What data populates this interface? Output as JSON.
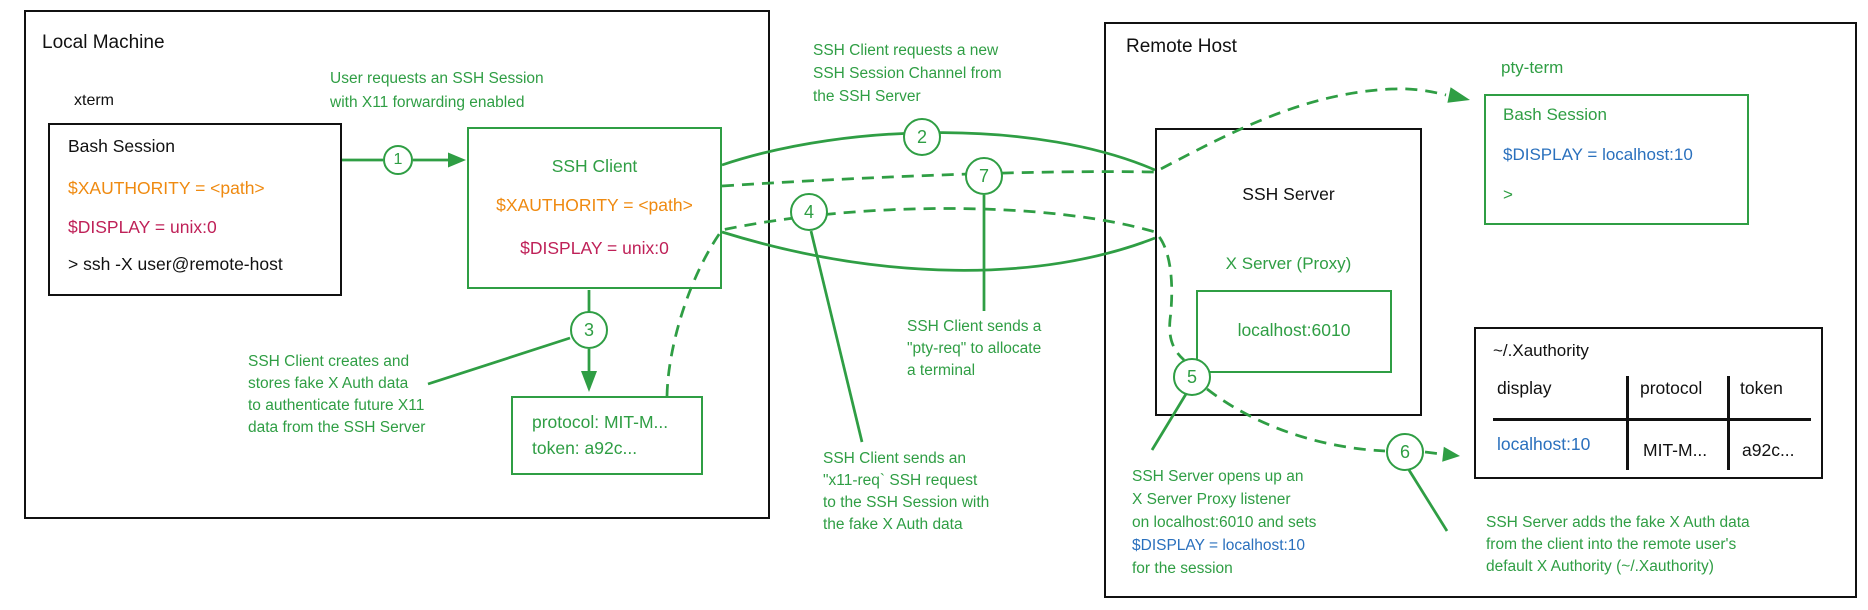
{
  "colors": {
    "green": "#2f9e44",
    "orange": "#ef8a10",
    "crimson": "#bf2158",
    "blue": "#2a70bd",
    "black": "#111111"
  },
  "local_machine": {
    "title": "Local Machine",
    "xterm_label": "xterm",
    "bash_box": {
      "title": "Bash Session",
      "xauthority": "$XAUTHORITY = <path>",
      "display": "$DISPLAY = unix:0",
      "command": "> ssh -X user@remote-host"
    },
    "ssh_client_box": {
      "title": "SSH Client",
      "xauthority": "$XAUTHORITY = <path>",
      "display": "$DISPLAY = unix:0"
    },
    "auth_box": {
      "protocol": "protocol: MIT-M...",
      "token": "token: a92c..."
    }
  },
  "remote_host": {
    "title": "Remote Host",
    "ssh_server_box": {
      "title": "SSH Server",
      "xserver_label": "X Server (Proxy)",
      "listener": "localhost:6010"
    },
    "pty_term": {
      "label": "pty-term",
      "title": "Bash Session",
      "display": "$DISPLAY = localhost:10",
      "prompt": ">"
    },
    "xauthority_table": {
      "title": "~/.Xauthority",
      "columns": [
        "display",
        "protocol",
        "token"
      ],
      "rows": [
        [
          "localhost:10",
          "MIT-M...",
          "a92c..."
        ]
      ]
    }
  },
  "steps": [
    {
      "number": "1",
      "lines": [
        "User requests an SSH Session",
        "with X11 forwarding enabled"
      ]
    },
    {
      "number": "2",
      "lines": [
        "SSH Client requests a new",
        "SSH Session Channel from",
        "the SSH Server"
      ]
    },
    {
      "number": "3",
      "lines": [
        "SSH Client creates and",
        "stores fake X Auth data",
        "to authenticate future X11",
        "data from the SSH Server"
      ]
    },
    {
      "number": "4",
      "lines": [
        "SSH Client sends an",
        "\"x11-req` SSH request",
        "to the SSH Session with",
        "the fake X Auth data"
      ]
    },
    {
      "number": "5",
      "lines": [
        "SSH Server opens up an",
        "X Server Proxy listener",
        "on localhost:6010 and sets",
        "$DISPLAY = localhost:10",
        "for the session"
      ]
    },
    {
      "number": "6",
      "lines": [
        "SSH Server adds the fake X Auth data",
        "from the client into the remote user's",
        "default X Authority (~/.Xauthority)"
      ]
    },
    {
      "number": "7",
      "lines": [
        "SSH Client sends a",
        "\"pty-req\" to allocate",
        "a terminal"
      ]
    }
  ]
}
